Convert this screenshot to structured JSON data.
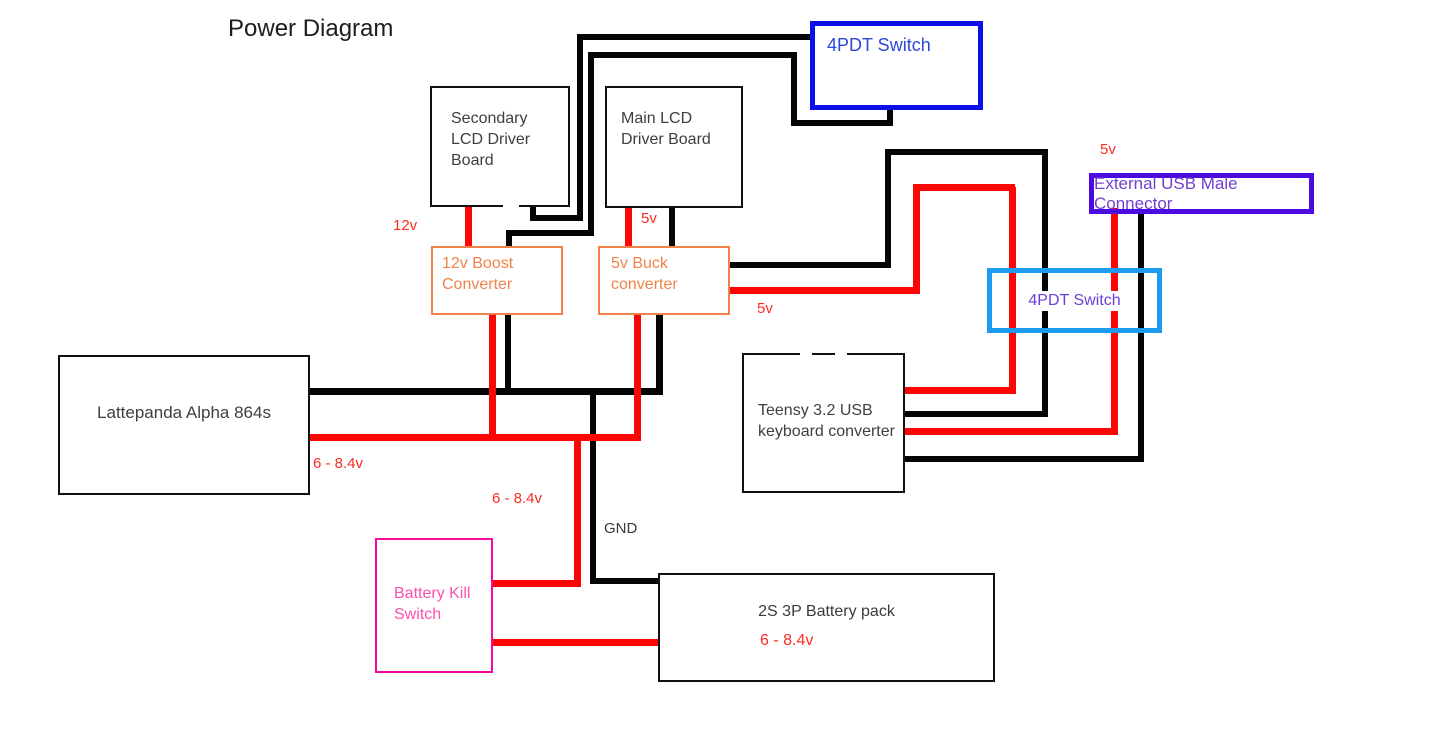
{
  "title": "Power Diagram",
  "boxes": {
    "secondary_lcd": {
      "label": "Secondary LCD Driver Board"
    },
    "main_lcd": {
      "label": "Main LCD Driver Board"
    },
    "switch_top": {
      "label": "4PDT Switch"
    },
    "ext_usb": {
      "label": "External USB Male Connector"
    },
    "switch_mid": {
      "label": "4PDT Switch"
    },
    "boost": {
      "label": "12v Boost Converter"
    },
    "buck": {
      "label": "5v Buck converter"
    },
    "lattepanda": {
      "label": "Lattepanda Alpha 864s"
    },
    "teensy": {
      "label": "Teensy 3.2 USB keyboard converter"
    },
    "kill_switch": {
      "label": "Battery Kill Switch"
    },
    "battery": {
      "label": "2S 3P Battery pack",
      "voltage": "6 - 8.4v"
    }
  },
  "wire_labels": {
    "boost_input": "12v",
    "buck_input": "5v",
    "buck_output": "5v",
    "usb_5v": "5v",
    "lattepanda_supply": "6 - 8.4v",
    "kill_switch_feed": "6 - 8.4v",
    "ground": "GND"
  },
  "colors": {
    "wire_black": "#050505",
    "wire_red": "#fb0505",
    "label_red": "#fb2b22",
    "box_black_border": "#111111",
    "box_orange": "#f0834a",
    "box_magenta_border": "#f40b9d",
    "box_magenta_text": "#fc50ae",
    "switch_top_border": "#0b0fe8",
    "switch_top_text": "#2b46da",
    "ext_usb_border": "#4a0ae0",
    "ext_usb_text": "#7140cf",
    "switch_mid_border": "#1d9bf0",
    "switch_mid_text": "#6a3fd8"
  }
}
